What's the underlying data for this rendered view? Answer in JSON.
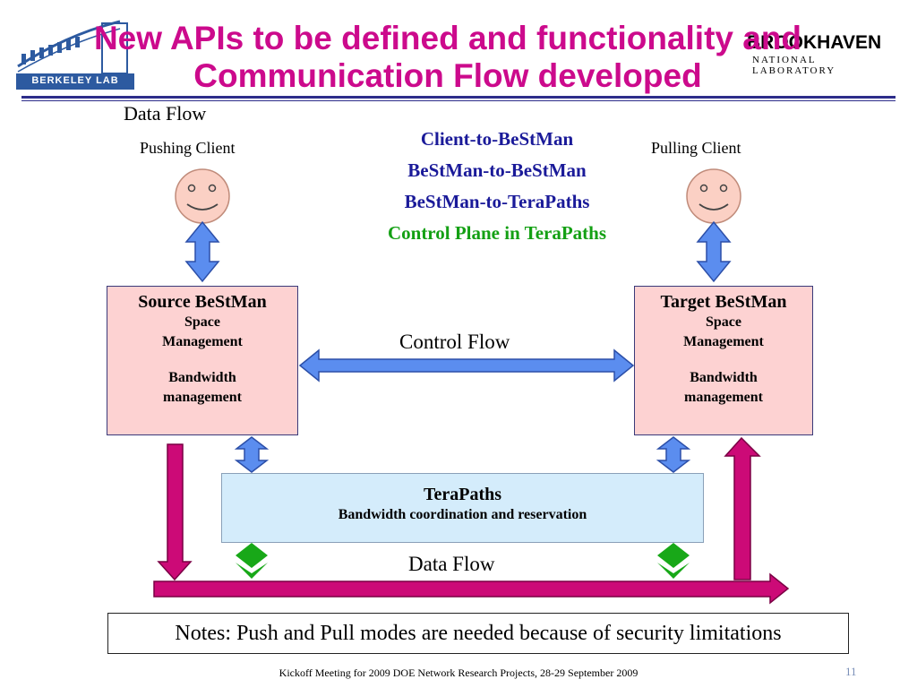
{
  "title": {
    "line1": "New APIs to be defined and functionality and",
    "line2": "Communication Flow developed"
  },
  "logos": {
    "left_text": "BERKELEY LAB",
    "right_main": "BROOKHAVEN",
    "right_sub": "NATIONAL LABORATORY"
  },
  "labels": {
    "data_flow_top": "Data Flow",
    "pushing_client": "Pushing Client",
    "pulling_client": "Pulling Client",
    "control_flow": "Control Flow",
    "data_flow_bottom": "Data Flow"
  },
  "api_list": [
    "Client-to-BeStMan",
    "BeStMan-to-BeStMan",
    "BeStMan-to-TeraPaths",
    "Control Plane in TeraPaths"
  ],
  "source_box": {
    "title": "Source BeStMan",
    "line1": "Space",
    "line2": "Management",
    "line3": "Bandwidth",
    "line4": "management"
  },
  "target_box": {
    "title": "Target BeStMan",
    "line1": "Space",
    "line2": "Management",
    "line3": "Bandwidth",
    "line4": "management"
  },
  "terapaths_box": {
    "title": "TeraPaths",
    "subtitle": "Bandwidth coordination and reservation"
  },
  "notes": "Notes: Push and Pull modes are needed because of security limitations",
  "footer": {
    "text": "Kickoff Meeting for 2009 DOE Network Research Projects, 28-29 September 2009",
    "page_number": "11"
  },
  "colors": {
    "title": "#cc0a8c",
    "blue_arrow": "#5b8def",
    "magenta_arrow": "#cc0a77",
    "green_arrow": "#18a818",
    "bestman_box": "#fdd2d2",
    "terapaths_box": "#d4ecfb",
    "face": "#fbd0c4"
  }
}
